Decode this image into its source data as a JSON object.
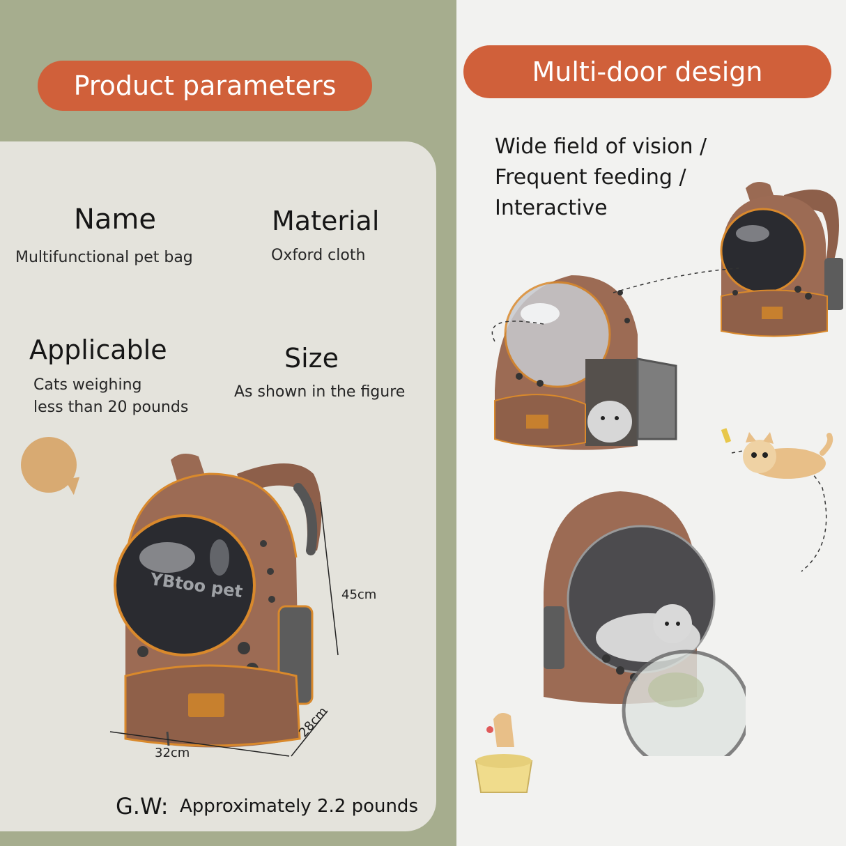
{
  "left": {
    "title": "Product parameters",
    "name": {
      "heading": "Name",
      "value": "Multifunctional pet bag"
    },
    "material": {
      "heading": "Material",
      "value": "Oxford cloth"
    },
    "applicable": {
      "heading": "Applicable",
      "value_line1": "Cats weighing",
      "value_line2": "less than 20 pounds"
    },
    "size": {
      "heading": "Size",
      "value": "As shown in the figure"
    },
    "dimensions": {
      "height": "45cm",
      "width": "32cm",
      "depth": "28cm"
    },
    "gw": {
      "label": "G.W:",
      "value": "Approximately 2.2 pounds"
    }
  },
  "right": {
    "title": "Multi-door design",
    "features": [
      "Wide field of vision /",
      "Frequent feeding /",
      "Interactive"
    ]
  },
  "colors": {
    "accent": "#d0603a",
    "panel_green": "#a6ad8e",
    "card": "#e4e3dc",
    "bag_brown": "#9a6a53",
    "trim_orange": "#d9892c",
    "bubble_tan": "#d8aa72"
  }
}
